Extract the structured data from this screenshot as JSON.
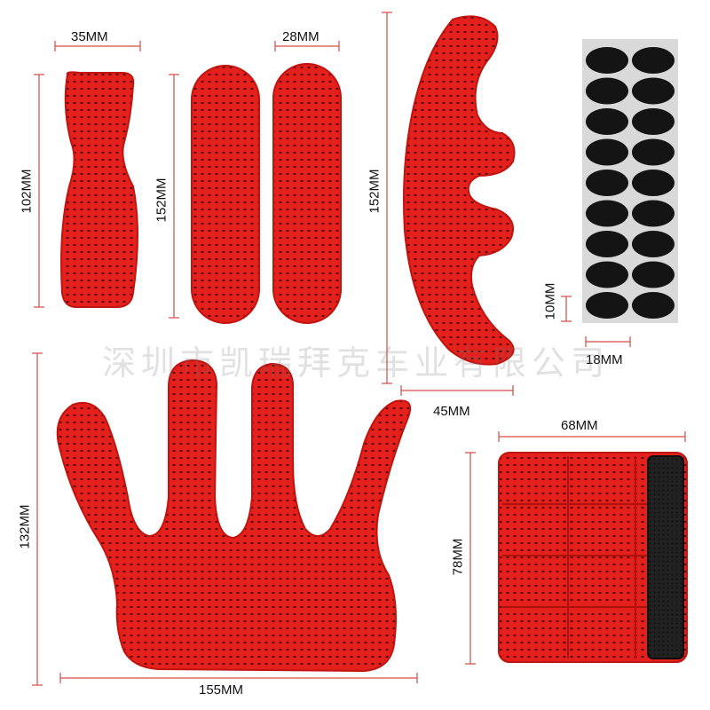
{
  "colors": {
    "pad": "#e3201b",
    "pad_edge": "#c01410",
    "mesh_dot": "#5a0606",
    "velcro": "#1c1c1c",
    "dots_bg": "#d9d9d9",
    "dot": "#141414",
    "dim_line": "#d64a44"
  },
  "labels": {
    "w_small_pad": "35MM",
    "w_strip_pads": "28MM",
    "h_small_pad": "102MM",
    "h_strip_pads": "152MM",
    "h_curve_pad": "152MM",
    "w_curve_pad": "45MM",
    "h_dot": "10MM",
    "w_dot": "18MM",
    "h_finger_pad": "132MM",
    "w_finger_pad": "155MM",
    "w_square_pad": "68MM",
    "h_square_pad": "78MM"
  },
  "watermark": "深圳市凯瑞拜克车业有限公司",
  "dots": {
    "rows": 9,
    "cols": 2
  }
}
